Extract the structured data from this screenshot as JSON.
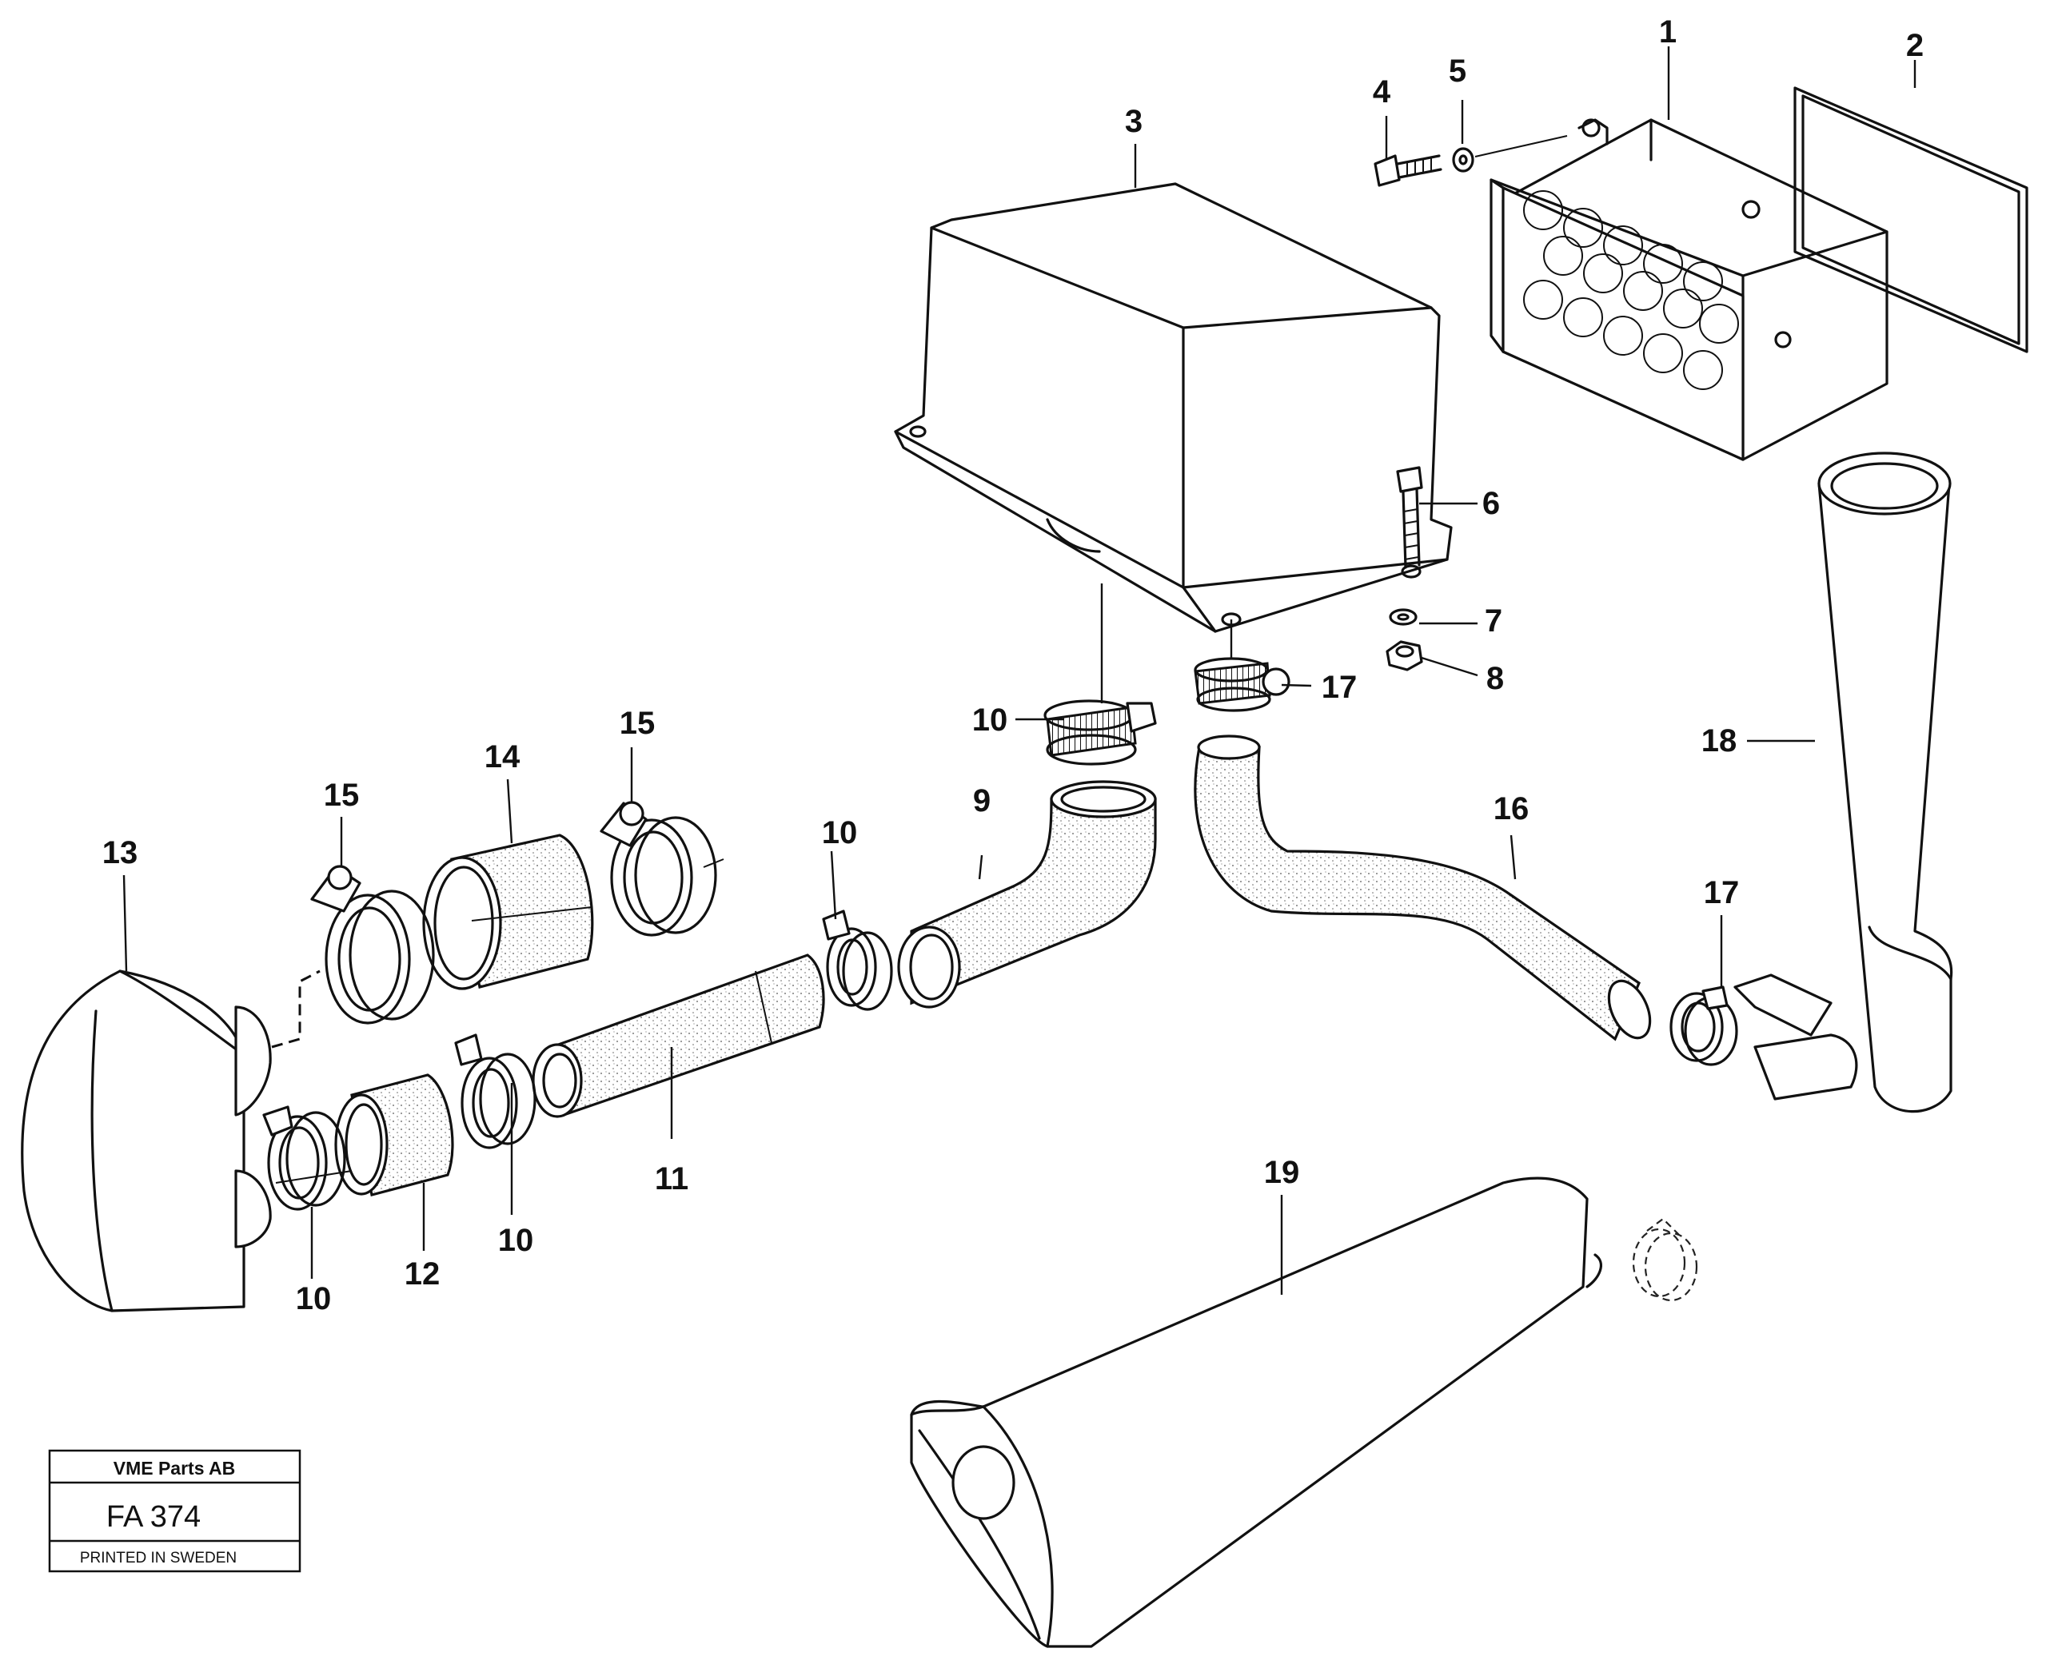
{
  "labels": {
    "p1": "1",
    "p2": "2",
    "p3": "3",
    "p4": "4",
    "p5": "5",
    "p6": "6",
    "p7": "7",
    "p8": "8",
    "p9": "9",
    "p10a": "10",
    "p10b": "10",
    "p10c": "10",
    "p10d": "10",
    "p11": "11",
    "p12": "12",
    "p13": "13",
    "p14": "14",
    "p15a": "15",
    "p15b": "15",
    "p16": "16",
    "p17a": "17",
    "p17b": "17",
    "p18": "18",
    "p19": "19"
  },
  "stamp": {
    "company": "VME Parts AB",
    "code": "FA 374",
    "printed": "PRINTED IN SWEDEN"
  }
}
